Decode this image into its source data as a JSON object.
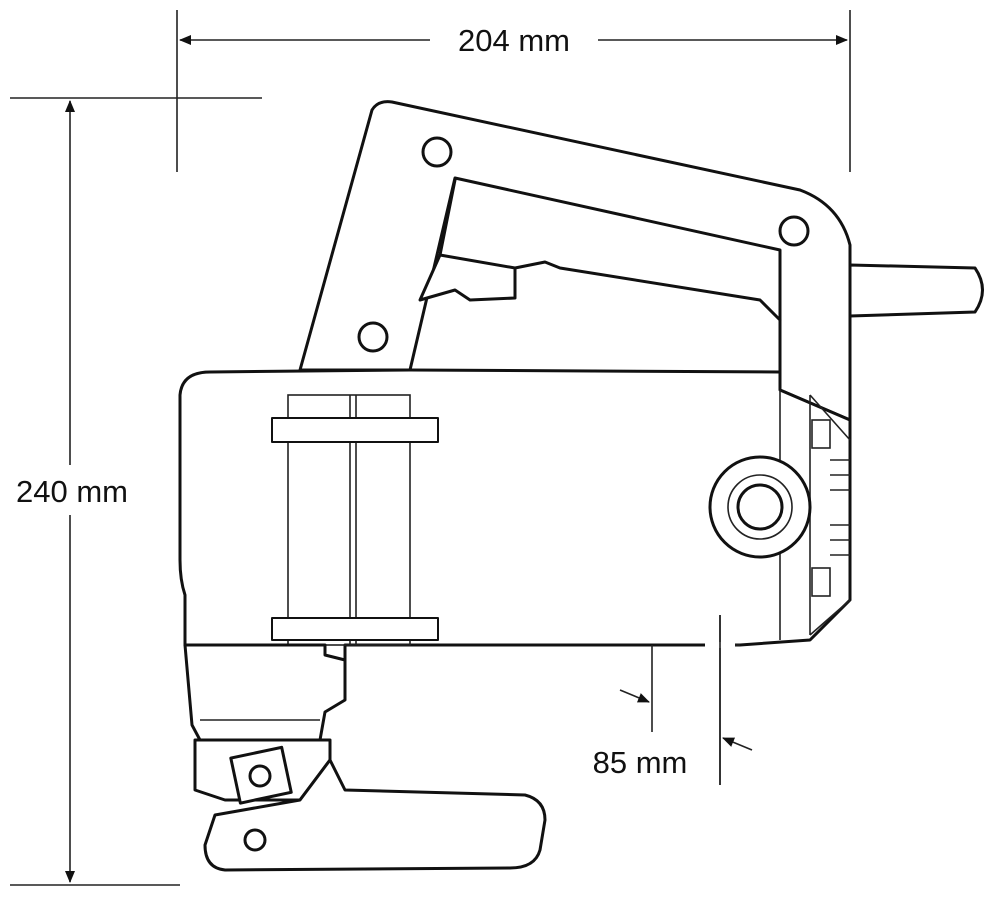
{
  "dimensions": {
    "width_label": "204 mm",
    "height_label": "240 mm",
    "depth_label": "85 mm"
  }
}
